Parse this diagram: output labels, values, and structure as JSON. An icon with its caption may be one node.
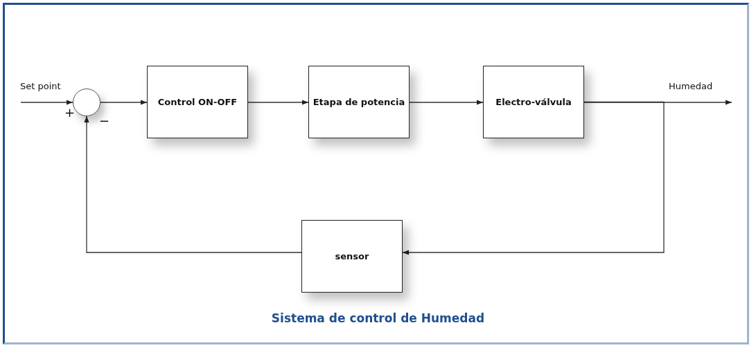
{
  "diagram": {
    "caption": "Sistema de control de Humedad",
    "nodes": [
      {
        "text": [],
        "shape": "circle"
      },
      {
        "text": [
          "Control ON-OFF"
        ]
      },
      {
        "text": [
          "Etapa de potencia"
        ]
      },
      {
        "text": [
          "Electro-válvula"
        ]
      },
      {
        "text": [
          "sensor"
        ]
      }
    ],
    "edges": [
      {
        "from": null,
        "to": 0,
        "arrow": "to",
        "label": "Set point"
      },
      {
        "from": 0,
        "to": 1,
        "arrow": "to"
      },
      {
        "from": 1,
        "to": 2,
        "arrow": "to"
      },
      {
        "from": 2,
        "to": 3,
        "arrow": "to"
      },
      {
        "from": 3,
        "to": null,
        "arrow": "to",
        "label": "Humedad"
      },
      {
        "from": 3,
        "to": 4,
        "arrow": "to"
      },
      {
        "from": 4,
        "to": 0,
        "arrow": "to"
      }
    ],
    "labels": [
      "+",
      "−"
    ]
  }
}
